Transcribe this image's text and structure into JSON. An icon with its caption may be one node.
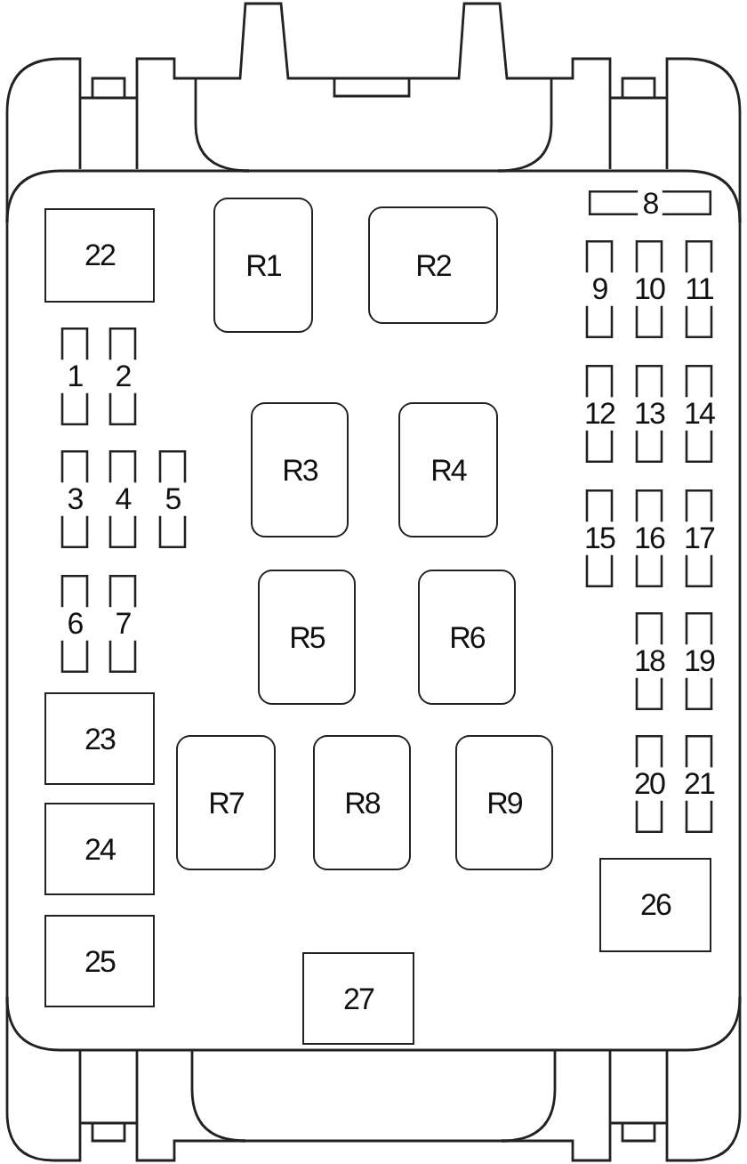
{
  "diagram": {
    "nodes": [
      {
        "text": [
          "1"
        ]
      },
      {
        "text": [
          "2"
        ]
      },
      {
        "text": [
          "3"
        ]
      },
      {
        "text": [
          "4"
        ]
      },
      {
        "text": [
          "5"
        ]
      },
      {
        "text": [
          "6"
        ]
      },
      {
        "text": [
          "7"
        ]
      },
      {
        "text": [
          "8"
        ]
      },
      {
        "text": [
          "9"
        ]
      },
      {
        "text": [
          "10"
        ]
      },
      {
        "text": [
          "11"
        ]
      },
      {
        "text": [
          "12"
        ]
      },
      {
        "text": [
          "13"
        ]
      },
      {
        "text": [
          "14"
        ]
      },
      {
        "text": [
          "15"
        ]
      },
      {
        "text": [
          "16"
        ]
      },
      {
        "text": [
          "17"
        ]
      },
      {
        "text": [
          "18"
        ]
      },
      {
        "text": [
          "19"
        ]
      },
      {
        "text": [
          "20"
        ]
      },
      {
        "text": [
          "21"
        ]
      },
      {
        "text": [
          "22"
        ]
      },
      {
        "text": [
          "23"
        ]
      },
      {
        "text": [
          "24"
        ]
      },
      {
        "text": [
          "25"
        ]
      },
      {
        "text": [
          "26"
        ]
      },
      {
        "text": [
          "27"
        ]
      },
      {
        "text": [
          "R1"
        ]
      },
      {
        "text": [
          "R2"
        ]
      },
      {
        "text": [
          "R3"
        ]
      },
      {
        "text": [
          "R4"
        ]
      },
      {
        "text": [
          "R5"
        ]
      },
      {
        "text": [
          "R6"
        ]
      },
      {
        "text": [
          "R7"
        ]
      },
      {
        "text": [
          "R8"
        ]
      },
      {
        "text": [
          "R9"
        ]
      }
    ],
    "edges": []
  }
}
